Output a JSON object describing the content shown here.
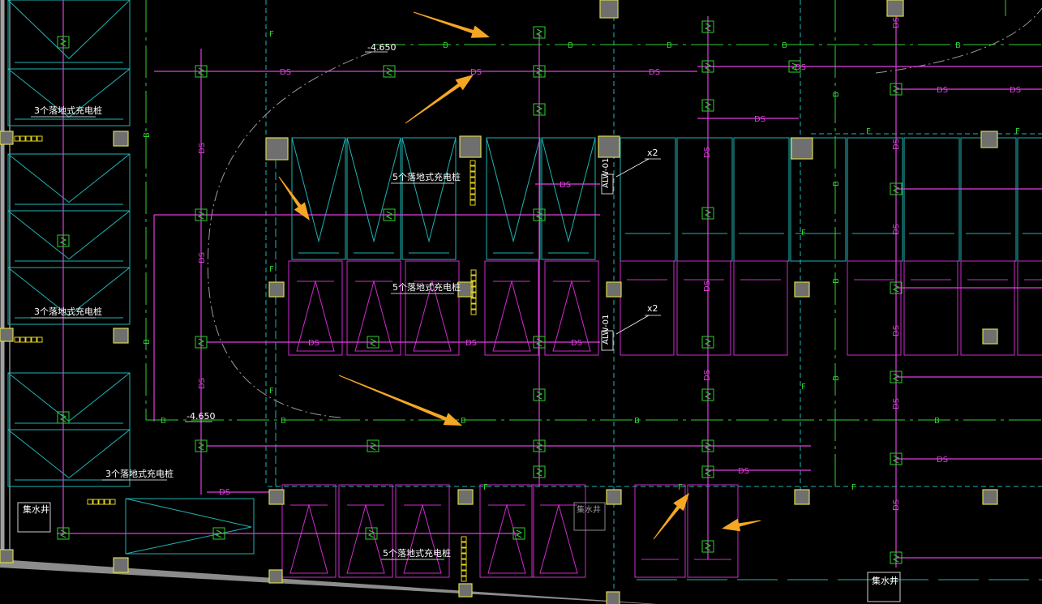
{
  "labels": {
    "ds": "DS",
    "b": "B",
    "f": "F",
    "elevation": "-4.650",
    "multiplier": "x2",
    "charger_3": "3个落地式充电桩",
    "charger_5": "5个落地式充电桩",
    "sump": "集水井",
    "sump_alt": "集水井",
    "equip_code": "ALW-01"
  },
  "colors": {
    "background": "#000000",
    "ds_pipe": "#e13ee1",
    "b_pipe": "#2fd12f",
    "parking_cyan": "#1fb3b3",
    "magenta": "#d02ad0",
    "column_fill": "#6f6f6f",
    "column_edge": "#d9d94a",
    "arrow": "#f5a623",
    "annotation": "#ffffff",
    "wall": "#a0a0a0"
  },
  "icons": {
    "drain": "drain-symbol-icon",
    "arrow": "callout-arrow-icon",
    "charger": "charger-strip-icon"
  }
}
